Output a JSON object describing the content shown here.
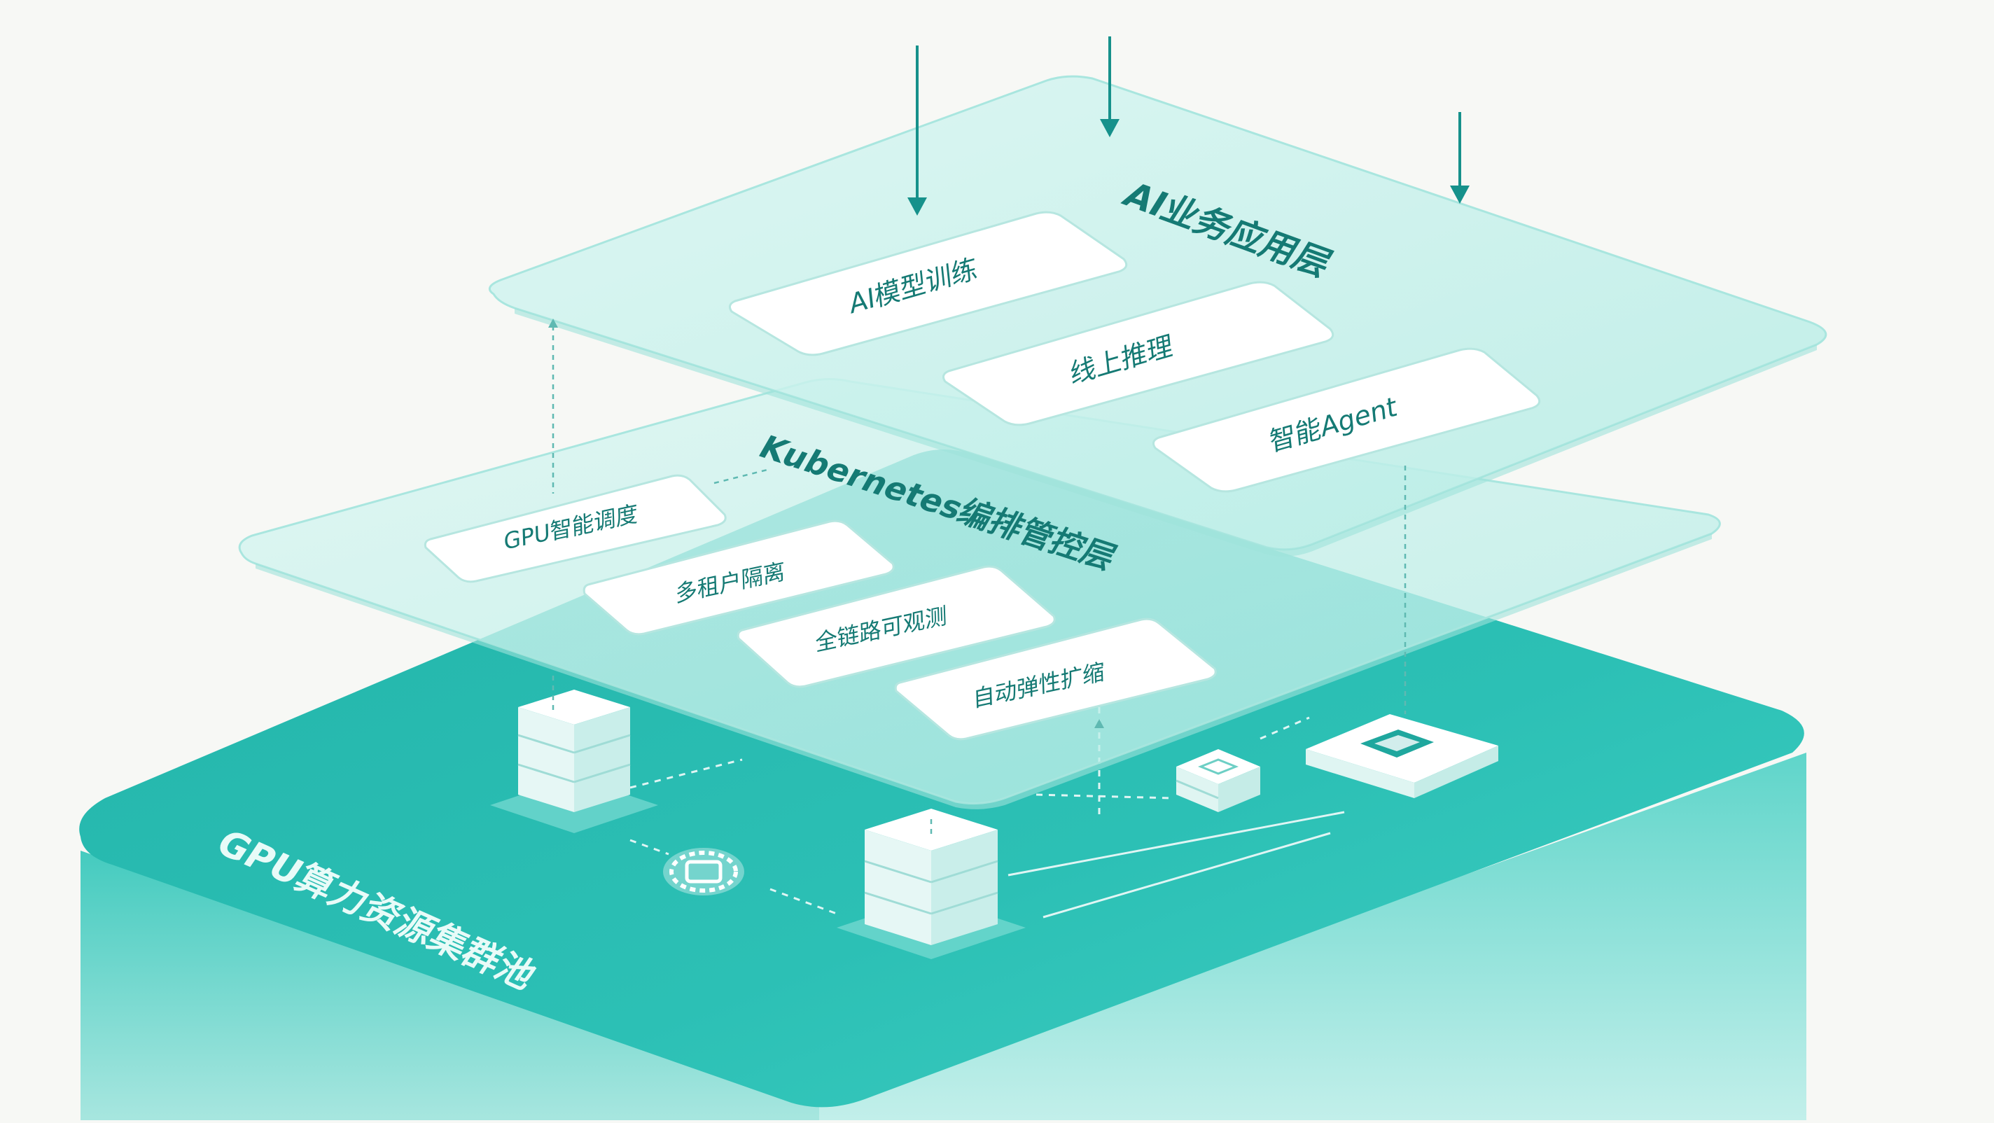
{
  "layers": {
    "top": {
      "title": "AI业务应用层",
      "modules": [
        "AI模型训练",
        "线上推理",
        "智能Agent"
      ]
    },
    "middle": {
      "title": "Kubernetes编排管控层",
      "modules": [
        "GPU智能调度",
        "多租户隔离",
        "全链路可观测",
        "自动弹性扩缩"
      ]
    },
    "bottom": {
      "title": "GPU算力资源集群池"
    }
  },
  "icons": {
    "server_stack": "server-stack-icon",
    "gpu_chip": "gpu-chip-icon",
    "storage_box": "storage-icon",
    "network_device": "network-device-icon",
    "incoming_arrow": "down-arrow-icon"
  },
  "colors": {
    "teal_dark": "#1fb3aa",
    "teal_mid": "#52cfc6",
    "glass": "#c8f1ec",
    "text": "#137a75",
    "arrow": "#16918b"
  }
}
